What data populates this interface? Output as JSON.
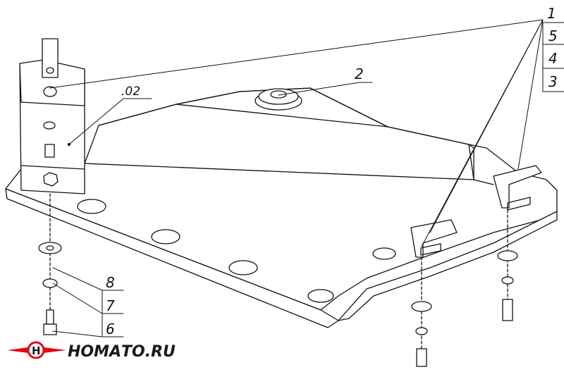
{
  "callouts": {
    "c1": "1",
    "c5": "5",
    "c4": "4",
    "c3": "3",
    "c2": "2",
    "c02": ".02",
    "c8": "8",
    "c7": "7",
    "c6": "6"
  },
  "logo": {
    "text": "НОМАТО.RU",
    "accent_color": "#e30613"
  }
}
